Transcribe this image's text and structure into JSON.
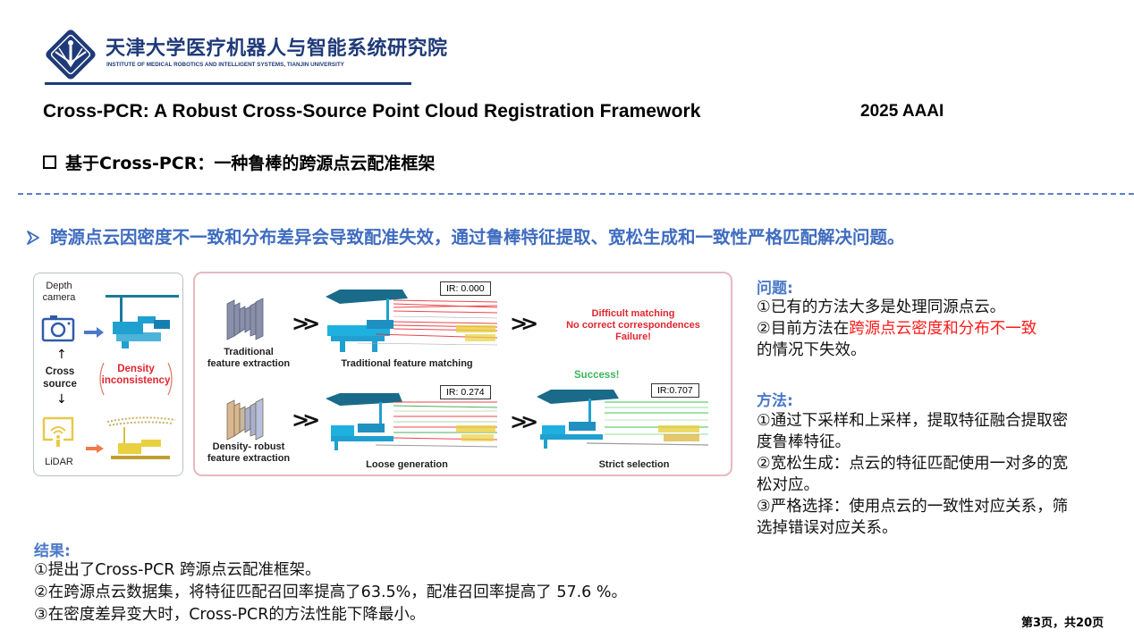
{
  "header": {
    "institute_cn": "天津大学医疗机器人与智能系统研究院",
    "institute_en": "INSTITUTE OF MEDICAL ROBOTICS AND INTELLIGENT SYSTEMS, TIANJIN UNIVERSITY",
    "logo_icon": "tju-institute-logo",
    "brand_color": "#1f3a78"
  },
  "paper": {
    "title": "Cross-PCR: A Robust Cross-Source Point Cloud Registration Framework",
    "venue": "2025 AAAI",
    "subtitle": "基于Cross-PCR：一种鲁棒的跨源点云配准框架"
  },
  "headline": {
    "text": "跨源点云因密度不一致和分布差异会导致配准失效，通过鲁棒特征提取、宽松生成和一致性严格匹配解决问题。",
    "color": "#3f6cc0"
  },
  "figure": {
    "left_panel": {
      "depth_camera": "Depth camera",
      "cross_source_1": "Cross",
      "cross_source_2": "source",
      "density_1": "Density",
      "density_2": "inconsistency",
      "lidar": "LiDAR"
    },
    "top_row": {
      "extractor_1": "Traditional",
      "extractor_2": "feature extraction",
      "matching_caption": "Traditional feature matching",
      "ir": "IR: 0.000",
      "failure_1": "Difficult matching",
      "failure_2": "No correct correspondences",
      "failure_3": "Failure!"
    },
    "bottom_row": {
      "extractor_1": "Density- robust",
      "extractor_2": "feature extraction",
      "loose_caption": "Loose generation",
      "loose_ir": "IR: 0.274",
      "success": "Success!",
      "strict_ir": "IR:0.707",
      "strict_caption": "Strict selection"
    }
  },
  "problem": {
    "title": "问题:",
    "line1": "①已有的方法大多是处理同源点云。",
    "line2_prefix": "②目前方法在",
    "line2_highlight": "跨源点云密度和分布不一致",
    "line2_suffix": "的情况下失效。"
  },
  "method": {
    "title": "方法:",
    "line1": "①通过下采样和上采样，提取特征融合提取密度鲁棒特征。",
    "line2": "②宽松生成：点云的特征匹配使用一对多的宽松对应。",
    "line3": "③严格选择：使用点云的一致性对应关系，筛选掉错误对应关系。"
  },
  "results": {
    "title": "结果:",
    "line1": "①提出了Cross-PCR 跨源点云配准框架。",
    "line2": "②在跨源点云数据集，将特征匹配召回率提高了63.5%，配准召回率提高了 57.6 %。",
    "line3": "③在密度差异变大时，Cross-PCR的方法性能下降最小。"
  },
  "footer": {
    "page_indicator": "第3页，共20页"
  }
}
